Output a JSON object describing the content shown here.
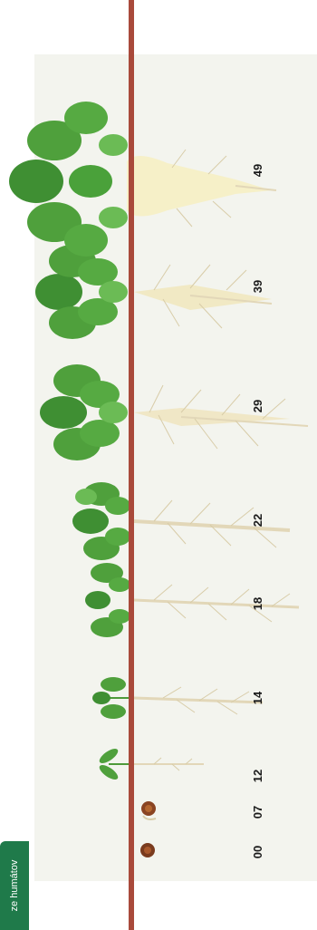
{
  "colors": {
    "ground_line": "#a94a3b",
    "leaf": "#4fa03c",
    "leaf_dark": "#2f7a2a",
    "root": "#e6dcc0",
    "beet": "#f3eec6",
    "tab": "#1f7a4a"
  },
  "side_tab": {
    "text": "ze humátov"
  },
  "stages": [
    {
      "label": "00"
    },
    {
      "label": "07"
    },
    {
      "label": "12"
    },
    {
      "label": "14"
    },
    {
      "label": "18"
    },
    {
      "label": "22"
    },
    {
      "label": "29"
    },
    {
      "label": "39"
    },
    {
      "label": "49"
    }
  ]
}
